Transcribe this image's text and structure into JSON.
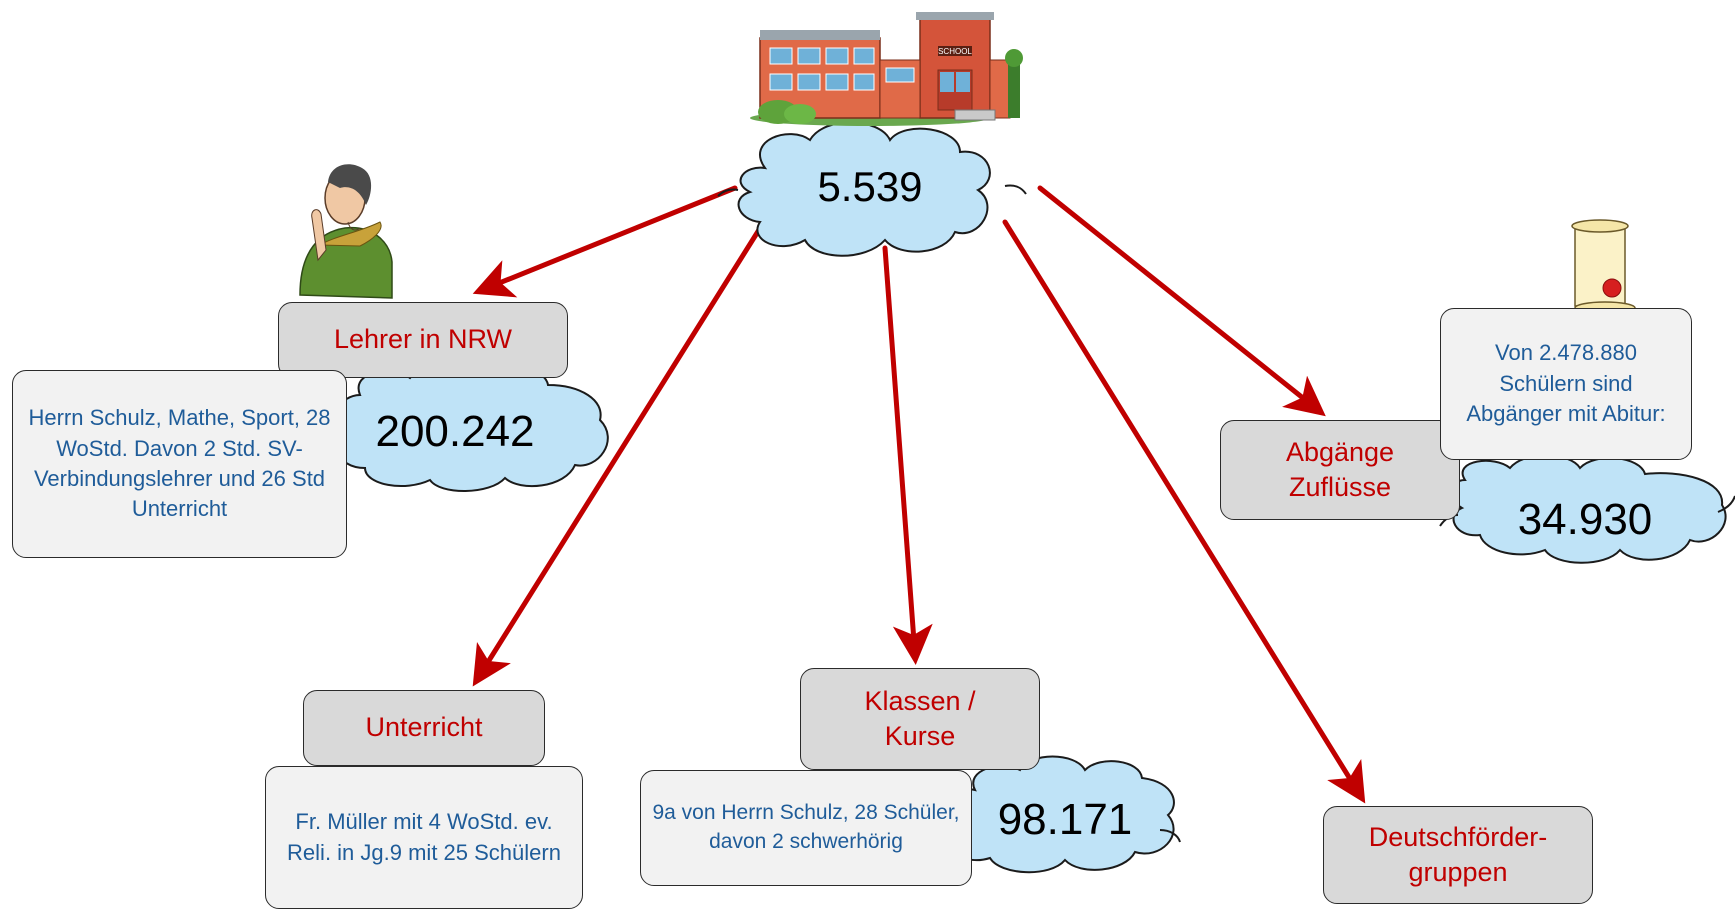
{
  "center": {
    "total": "5.539"
  },
  "school_sign": "SCHOOL",
  "nodes": {
    "lehrer": {
      "label": "Lehrer in NRW",
      "value": "200.242",
      "note": "Herrn Schulz, Mathe, Sport, 28 WoStd. Davon 2 Std. SV-Verbindungslehrer und 26 Std Unterricht"
    },
    "unterricht": {
      "label": "Unterricht",
      "note": "Fr. Müller mit 4 WoStd. ev. Reli. in Jg.9 mit 25 Schülern"
    },
    "klassen": {
      "label": "Klassen / Kurse",
      "value": "98.171",
      "note": "9a von Herrn Schulz, 28 Schüler, davon 2 schwerhörig"
    },
    "deutsch": {
      "label": "Deutschförder-gruppen"
    },
    "abgaenge": {
      "label": "Abgänge Zuflüsse",
      "value": "34.930",
      "note": "Von 2.478.880 Schülern sind Abgänger mit Abitur:"
    }
  },
  "colors": {
    "arrow": "#c00000",
    "cloud": "#bfe3f7",
    "label_text": "#c00000",
    "note_text": "#1f5c99"
  },
  "icons": [
    "school-building-icon",
    "teacher-figure-icon",
    "diploma-scroll-icon"
  ]
}
